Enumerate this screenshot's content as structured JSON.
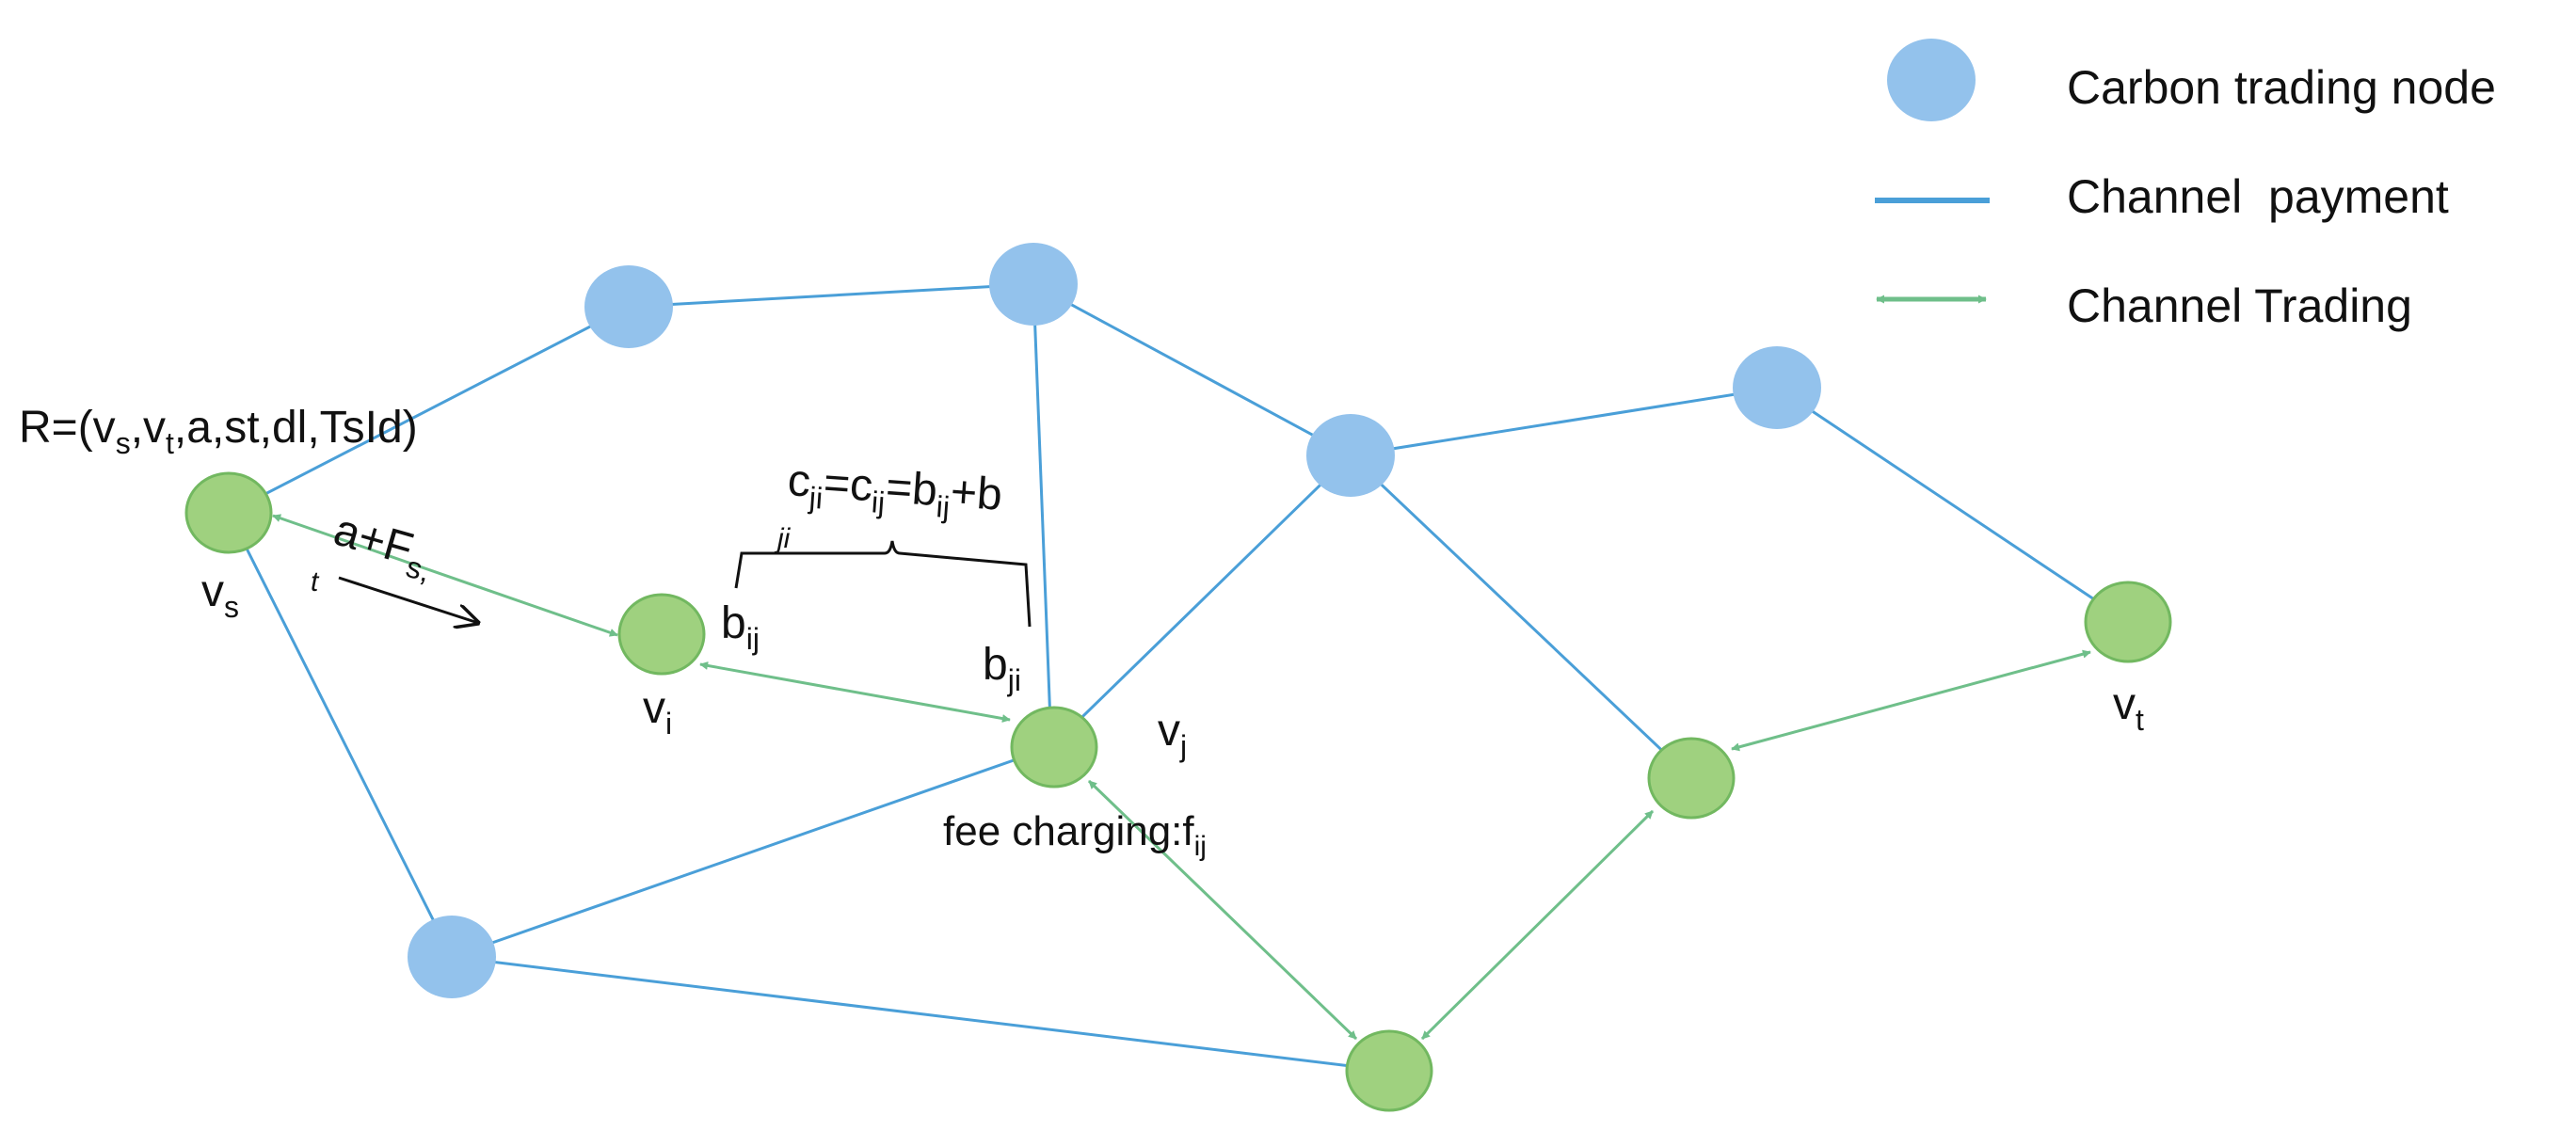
{
  "legend": {
    "node_label": "Carbon trading node",
    "payment_label": "Channel  payment",
    "trading_label": "Channel Trading"
  },
  "colors": {
    "blue_node": "#93c2ec",
    "green_node": "#9fd17f",
    "green_stroke": "#72b860",
    "payment_line": "#4a9fd8",
    "trading_line": "#6fbf8a",
    "text": "#111111"
  },
  "labels": {
    "request": {
      "prefix": "R=(v",
      "s1": "s",
      "mid1": ",v",
      "s2": "t",
      "suffix": ",a,st,dl,TsId)"
    },
    "vs": {
      "base": "v",
      "sub": "s"
    },
    "vi": {
      "base": "v",
      "sub": "i"
    },
    "vj": {
      "base": "v",
      "sub": "j"
    },
    "vt": {
      "base": "v",
      "sub": "t"
    },
    "amount": {
      "base": "a+F",
      "sub": "s,"
    },
    "amount_t": "t",
    "bij": {
      "base": "b",
      "sub": "ij"
    },
    "bji": {
      "base": "b",
      "sub": "ji"
    },
    "capacity": {
      "c": "c",
      "ji": "ji",
      "eq1": "=c",
      "ij": "ij",
      "eq2": "=b",
      "ij2": "ij",
      "tail": "+b"
    },
    "brace_ji": "ji",
    "fee": {
      "base": "fee charging:f",
      "sub": "ij"
    }
  }
}
